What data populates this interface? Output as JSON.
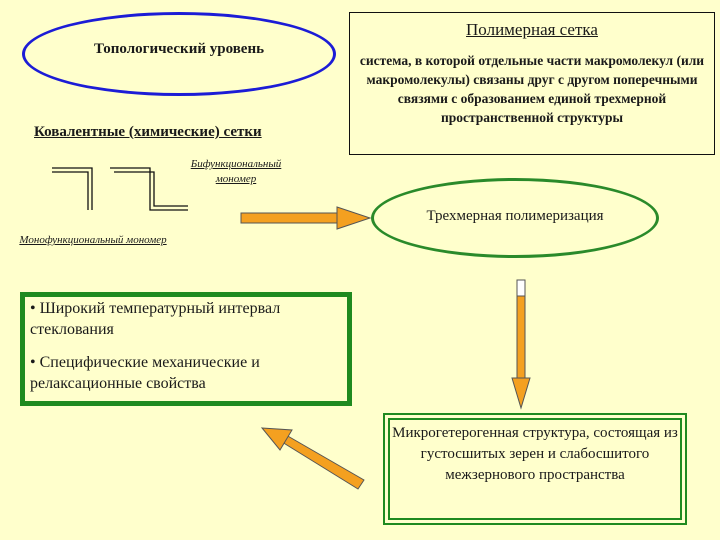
{
  "topological_level": "Топологический уровень",
  "covalent_networks": "Ковалентные (химические) сетки",
  "bifunctional_monomer": "Бифункциональный мономер",
  "monofunctional_monomer": "Монофункциональный мономер",
  "polymer_network": {
    "title": "Полимерная сетка",
    "description": "система, в которой отдельные части макромолекул (или макромолекулы) связаны друг с другом поперечными связями с образованием единой трехмерной пространственной структуры"
  },
  "polymerization": "Трехмерная полимеризация",
  "properties": [
    "• Широкий температурный интервал стеклования",
    "• Специфические механические и релаксационные свойства"
  ],
  "microstructure": "Микрогетерогенная структура, состоящая из густосшитых зерен и слабосшитого межзернового пространства",
  "colors": {
    "background": "#ffffcc",
    "ellipse_blue": "#1c1cd6",
    "green_border": "#1f8a1f",
    "arrow_fill": "#f4a020"
  }
}
